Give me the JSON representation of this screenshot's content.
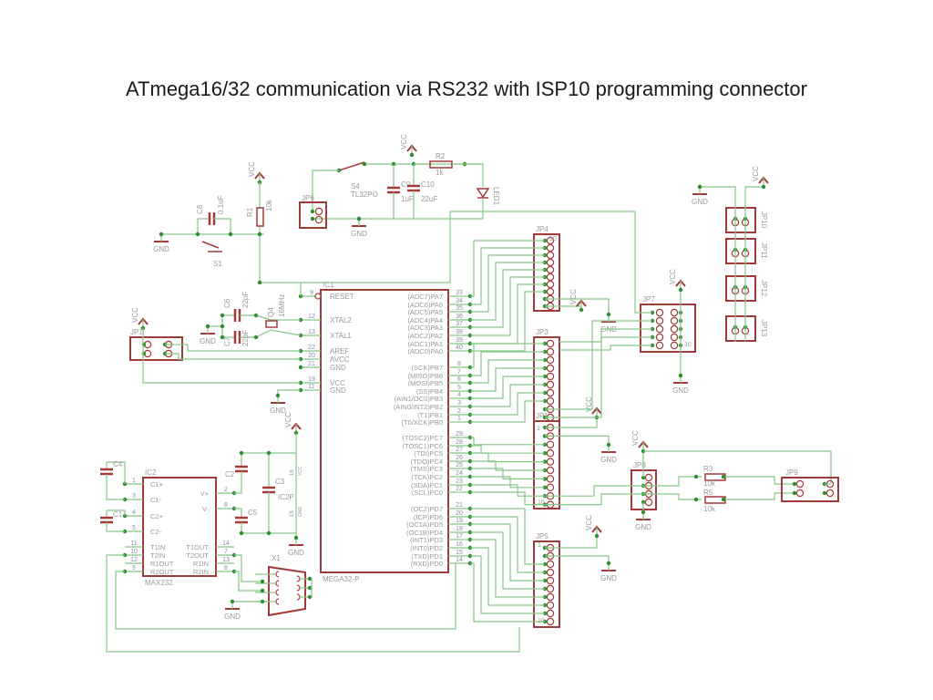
{
  "title": "ATmega16/32 communication via RS232 with ISP10 programming connector",
  "colors": {
    "wire": "#86c886",
    "junction": "#2f8f2f",
    "part": "#a33a3a",
    "label": "#999999",
    "pin_number": "#8a8aa8",
    "title": "#1a1a1a"
  },
  "power": {
    "vcc": "VCC",
    "gnd": "GND"
  },
  "ic1": {
    "ref": "IC1",
    "value": "MEGA32-P",
    "left_pins": [
      {
        "name": "RESET",
        "pin": "9"
      },
      {
        "name": "XTAL2",
        "pin": "12"
      },
      {
        "name": "XTAL1",
        "pin": "13"
      },
      {
        "name": "AREF",
        "pin": "22"
      },
      {
        "name": "AVCC",
        "pin": "20"
      },
      {
        "name": "GND",
        "pin": "21"
      },
      {
        "name": "VCC",
        "pin": "19"
      },
      {
        "name": "GND",
        "pin": "11"
      }
    ],
    "right_pins": [
      {
        "name": "(ADC7)PA7",
        "pin": "33"
      },
      {
        "name": "(ADC6)PA6",
        "pin": "34"
      },
      {
        "name": "(ADC5)PA5",
        "pin": "35"
      },
      {
        "name": "(ADC4)PA4",
        "pin": "36"
      },
      {
        "name": "(ADC3)PA3",
        "pin": "37"
      },
      {
        "name": "(ADC2)PA2",
        "pin": "38"
      },
      {
        "name": "(ADC1)PA1",
        "pin": "39"
      },
      {
        "name": "(ADC0)PA0",
        "pin": "40"
      },
      {
        "name": "(SCK)PB7",
        "pin": "8"
      },
      {
        "name": "(MISO)PB6",
        "pin": "7"
      },
      {
        "name": "(MOSI)PB5",
        "pin": "6"
      },
      {
        "name": "(SS)PB4",
        "pin": "5"
      },
      {
        "name": "(AIN1/OC0)PB3",
        "pin": "4"
      },
      {
        "name": "(AIN0/INT2)PB2",
        "pin": "3"
      },
      {
        "name": "(T1)PB1",
        "pin": "2"
      },
      {
        "name": "(T0/XCK)PB0",
        "pin": "1"
      },
      {
        "name": "(TOSC2)PC7",
        "pin": "29"
      },
      {
        "name": "(TOSC1)PC6",
        "pin": "28"
      },
      {
        "name": "(TDI)PC5",
        "pin": "27"
      },
      {
        "name": "(TDO)PC4",
        "pin": "26"
      },
      {
        "name": "(TMS)PC3",
        "pin": "25"
      },
      {
        "name": "(TCK)PC2",
        "pin": "24"
      },
      {
        "name": "(SDA)PC1",
        "pin": "23"
      },
      {
        "name": "(SCL)PC0",
        "pin": "22"
      },
      {
        "name": "(OC2)PD7",
        "pin": "21"
      },
      {
        "name": "(ICP)PD6",
        "pin": "20"
      },
      {
        "name": "(OC1A)PD5",
        "pin": "19"
      },
      {
        "name": "(OC1B)PD4",
        "pin": "18"
      },
      {
        "name": "(INT1)PD3",
        "pin": "17"
      },
      {
        "name": "(INT0)PD2",
        "pin": "16"
      },
      {
        "name": "(TXD)PD1",
        "pin": "15"
      },
      {
        "name": "(RXD)PD0",
        "pin": "14"
      }
    ]
  },
  "ic2": {
    "ref": "IC2",
    "value": "MAX232",
    "left_pins": [
      {
        "name": "C1+",
        "pin": "1"
      },
      {
        "name": "C1-",
        "pin": "3"
      },
      {
        "name": "C2+",
        "pin": "4"
      },
      {
        "name": "C2-",
        "pin": "5"
      },
      {
        "name": "T1IN",
        "pin": "11"
      },
      {
        "name": "T2IN",
        "pin": "10"
      },
      {
        "name": "R1OUT",
        "pin": "12"
      },
      {
        "name": "R2OUT",
        "pin": "9"
      }
    ],
    "right_pins": [
      {
        "name": "V+",
        "pin": "2"
      },
      {
        "name": "V-",
        "pin": "6"
      },
      {
        "name": "T1OUT",
        "pin": "14"
      },
      {
        "name": "T2OUT",
        "pin": "7"
      },
      {
        "name": "R1IN",
        "pin": "13"
      },
      {
        "name": "R2IN",
        "pin": "8"
      }
    ]
  },
  "ic2p": {
    "ref": "IC2P",
    "pins": [
      {
        "name": "VCC",
        "pin": "16"
      },
      {
        "name": "GND",
        "pin": "15"
      }
    ]
  },
  "components": {
    "C8": {
      "ref": "C8",
      "value": "0.1uF"
    },
    "R1": {
      "ref": "R1",
      "value": "10k"
    },
    "S1": {
      "ref": "S1"
    },
    "S4": {
      "ref": "S4",
      "value": "TL32PO"
    },
    "C9": {
      "ref": "C9",
      "value": "1uF"
    },
    "C10": {
      "ref": "C10",
      "value": "22uF"
    },
    "R2": {
      "ref": "R2",
      "value": "1k"
    },
    "LED1": {
      "ref": "LED1"
    },
    "C6": {
      "ref": "C6",
      "value": "22pF"
    },
    "C7": {
      "ref": "C7",
      "value": "22pF"
    },
    "Q4": {
      "ref": "Q4",
      "value": "16MHz"
    },
    "C4": {
      "ref": "C4"
    },
    "C1": {
      "ref": "C1"
    },
    "C2": {
      "ref": "C2"
    },
    "C3": {
      "ref": "C3"
    },
    "C5": {
      "ref": "C5"
    },
    "X1": {
      "ref": "X1"
    },
    "R3": {
      "ref": "R3",
      "value": "10k"
    },
    "R5": {
      "ref": "R5",
      "value": "10k"
    }
  },
  "connectors": {
    "JP1": "JP1",
    "JP3": "JP3",
    "JP4": "JP4",
    "JP5": "JP5",
    "JP6": "JP6",
    "JP7": "JP7",
    "JP8": "JP8",
    "JP9": "JP9",
    "JP10": "JP10",
    "JP11": "JP11",
    "JP12": "JP12",
    "JP13": "JP13",
    "JPC": "JP1"
  },
  "pin_marks": {
    "first": "1",
    "last": "10"
  }
}
